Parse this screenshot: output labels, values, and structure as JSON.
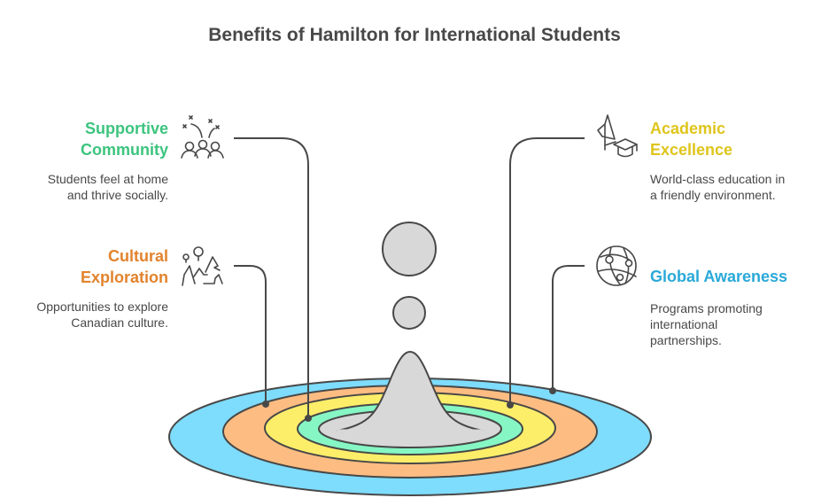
{
  "title": "Benefits of Hamilton for International Students",
  "items": [
    {
      "label_line1": "Supportive",
      "label_line2": "Community",
      "description_line1": "Students feel at home",
      "description_line2": "and thrive socially.",
      "color": "#3cc47e",
      "ring_color": "#86f7c4",
      "icon": "celebrating-people-icon"
    },
    {
      "label_line1": "Cultural",
      "label_line2": "Exploration",
      "description_line1": "Opportunities to explore",
      "description_line2": "Canadian culture.",
      "color": "#e2832d",
      "ring_color": "#fdbd82",
      "icon": "people-mountains-icon"
    },
    {
      "label_line1": "Academic",
      "label_line2": "Excellence",
      "description_line1": "World-class education in",
      "description_line2": "a friendly environment.",
      "color": "#dfc51c",
      "ring_color": "#fdee6a",
      "icon": "flag-graduation-cap-icon"
    },
    {
      "label_line1": "Global Awareness",
      "description_line1": "Programs promoting",
      "description_line2": "international",
      "description_line3": "partnerships.",
      "color": "#2aa9d8",
      "ring_color": "#7edcfc",
      "icon": "network-globe-icon"
    }
  ]
}
